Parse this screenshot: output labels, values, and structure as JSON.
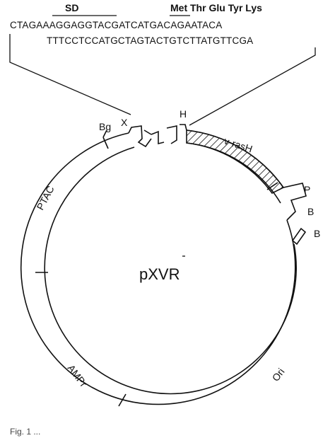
{
  "sequence": {
    "sd_label": "SD",
    "codon_label": "Met Thr Glu Tyr Lys",
    "top_strand": "CTAGAAAGGAGGTACGATCATGACAGAATACA",
    "bottom_strand": "TTTCCTCCATGCTAGTACTGTCTTATGTTCGA"
  },
  "plasmid": {
    "name": "pXVR",
    "sites": {
      "bg": "Bg",
      "x": "X",
      "h": "H",
      "p": "P",
      "b1": "B",
      "b2": "B"
    },
    "regions": {
      "ras": "v-rasH",
      "ptac": "PTAC",
      "amp": "AMPr",
      "ori": "Ori"
    }
  },
  "caption": "Fig. 1 ..."
}
